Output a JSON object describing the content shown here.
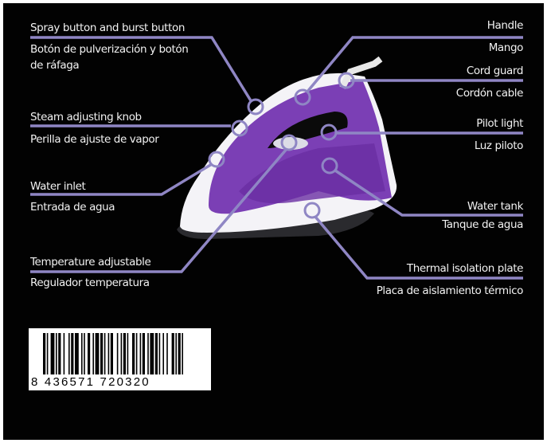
{
  "labels": {
    "spray_en": "Spray button and burst button",
    "spray_es_1": "Botón de pulverización y botón",
    "spray_es_2": "de ráfaga",
    "steam_en": "Steam adjusting knob",
    "steam_es": "Perilla de ajuste de vapor",
    "inlet_en": "Water inlet",
    "inlet_es": "Entrada de agua",
    "temp_en": "Temperature adjustable",
    "temp_es": "Regulador temperatura",
    "handle_en": "Handle",
    "handle_es": "Mango",
    "cord_en": "Cord guard",
    "cord_es": "Cordón cable",
    "pilot_en": "Pilot light",
    "pilot_es": "Luz piloto",
    "tank_en": "Water tank",
    "tank_es": "Tanque de agua",
    "plate_en": "Thermal isolation plate",
    "plate_es": "Placa de aislamiento térmico"
  },
  "barcode": {
    "digits": "8 436571 720320"
  },
  "colors": {
    "callout": "#8f86c4",
    "iron_purple": "#7b3fb5",
    "background": "#020202"
  }
}
